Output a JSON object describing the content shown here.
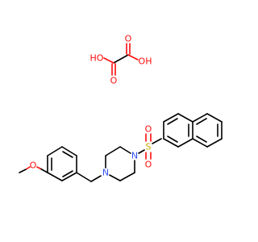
{
  "colors": {
    "oxygen": "#ff0d0d",
    "nitrogen": "#3050f8",
    "sulfur": "#c8a800",
    "carbon": "#000000"
  },
  "labels": {
    "oxalic": {
      "ho_left": "HO",
      "o_top": "O",
      "oh_right": "OH",
      "o_bottom": "O"
    },
    "main": {
      "o_methoxy": "O",
      "n_benzyl": "N",
      "n_sulfonyl": "N",
      "s": "S",
      "o_top": "O",
      "o_bottom": "O"
    }
  }
}
